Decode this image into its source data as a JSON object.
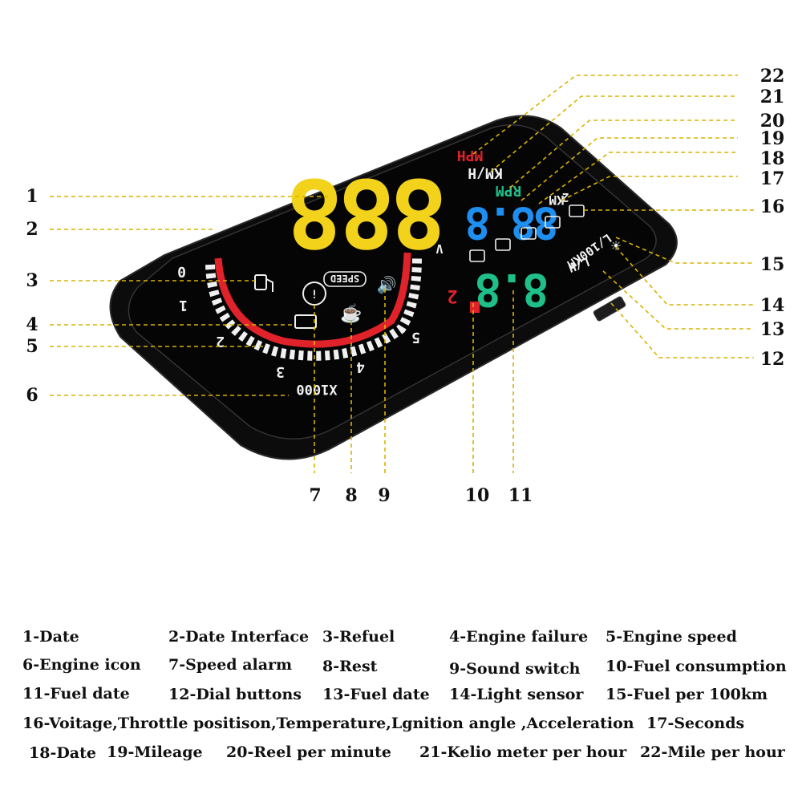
{
  "callout_color": "#d9b200",
  "callouts": [
    {
      "n": "1"
    },
    {
      "n": "2"
    },
    {
      "n": "3"
    },
    {
      "n": "4"
    },
    {
      "n": "5"
    },
    {
      "n": "6"
    },
    {
      "n": "7"
    },
    {
      "n": "8"
    },
    {
      "n": "9"
    },
    {
      "n": "10"
    },
    {
      "n": "11"
    },
    {
      "n": "12"
    },
    {
      "n": "13"
    },
    {
      "n": "14"
    },
    {
      "n": "15"
    },
    {
      "n": "16"
    },
    {
      "n": "17"
    },
    {
      "n": "18"
    },
    {
      "n": "19"
    },
    {
      "n": "20"
    },
    {
      "n": "21"
    },
    {
      "n": "22"
    }
  ],
  "device": {
    "body_color": "#111111",
    "speed_digits": "888",
    "units": {
      "mph": "MPH",
      "kmh": "KM/H",
      "rpm": "RPM",
      "km": "KM",
      "l100": "L/100KM",
      "lh": "L/H"
    },
    "rpm_ticks": [
      "0",
      "1",
      "2",
      "3",
      "4",
      "5",
      "X1000"
    ],
    "speed_label": "SPEED",
    "fuel_digits": "8.8",
    "blue_digits": "88.8",
    "gear_label": "2",
    "small_v": "V",
    "small_2": "2",
    "colors": {
      "yellow": "#f2d21b",
      "blue": "#1e8ff0",
      "green": "#1fbf8a",
      "red": "#e0222a",
      "white": "#f0f0f0"
    }
  },
  "legend": [
    [
      "1-Date",
      "2-Date Interface",
      "3-Refuel",
      "4-Engine failure",
      "5-Engine speed"
    ],
    [
      "6-Engine icon",
      "7-Speed alarm",
      "8-Rest",
      "9-Sound switch",
      "10-Fuel consumption"
    ],
    [
      "11-Fuel date",
      "12-Dial buttons",
      "13-Fuel date",
      "14-Light sensor",
      "15-Fuel per 100km"
    ],
    [
      "16-Voitage,Throttle positison,Temperature,Lgnition angle ,Acceleration",
      "17-Seconds"
    ],
    [
      "18-Date",
      "19-Mileage",
      "20-Reel per minute",
      "21-Kelio meter per hour",
      "22-Mile per hour"
    ]
  ]
}
